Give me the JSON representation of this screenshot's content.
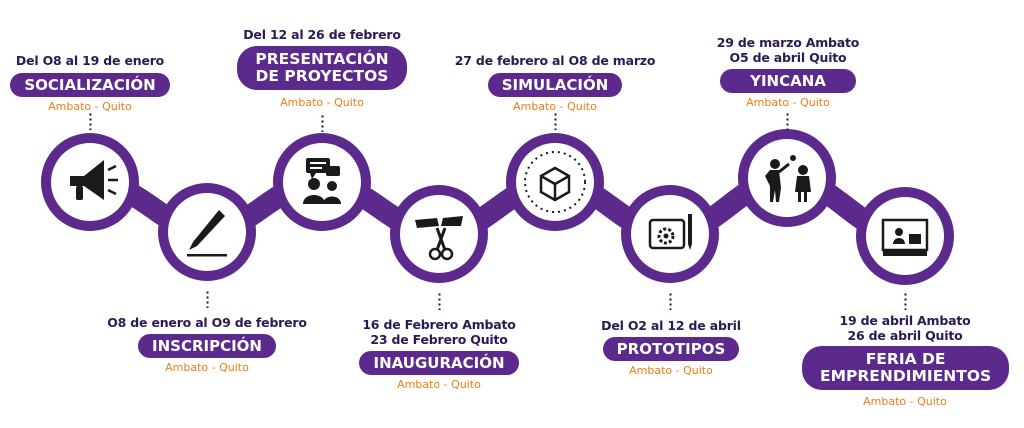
{
  "colors": {
    "purple": "#5b2a8c",
    "dark": "#2a1a55",
    "orange": "#ef7d16",
    "white": "#ffffff"
  },
  "stages": [
    {
      "id": "socializacion",
      "icon": "megaphone-icon",
      "date": "Del O8 al 19 de enero",
      "title": "SOCIALIZACIÓN",
      "location": "Ambato - Quito"
    },
    {
      "id": "inscripcion",
      "icon": "pen-icon",
      "date": "O8 de enero al O9 de febrero",
      "title": "INSCRIPCIÓN",
      "location": "Ambato - Quito"
    },
    {
      "id": "presentacion",
      "icon": "presentation-icon",
      "date": "Del 12 al 26 de febrero",
      "title_line1": "PRESENTACIÓN",
      "title_line2": "DE PROYECTOS",
      "location": "Ambato - Quito"
    },
    {
      "id": "inauguracion",
      "icon": "scissors-ribbon-icon",
      "date_line1": "16 de Febrero Ambato",
      "date_line2": "23 de Febrero Quito",
      "title": "INAUGURACIÓN",
      "location": "Ambato - Quito"
    },
    {
      "id": "simulacion",
      "icon": "3d-box-icon",
      "date": "27 de febrero al O8 de marzo",
      "title": "SIMULACIÓN",
      "location": "Ambato - Quito"
    },
    {
      "id": "prototipos",
      "icon": "blueprint-gear-icon",
      "date": "Del O2 al 12 de abril",
      "title": "PROTOTIPOS",
      "location": "Ambato - Quito"
    },
    {
      "id": "yincana",
      "icon": "people-game-icon",
      "date_line1": "29 de marzo Ambato",
      "date_line2": "O5 de abril Quito",
      "title": "YINCANA",
      "location": "Ambato - Quito"
    },
    {
      "id": "feria",
      "icon": "exhibition-booth-icon",
      "date_line1": "19 de abril Ambato",
      "date_line2": "26 de abril Quito",
      "title_line1": "FERIA DE",
      "title_line2": "EMPRENDIMIENTOS",
      "location": "Ambato - Quito"
    }
  ]
}
